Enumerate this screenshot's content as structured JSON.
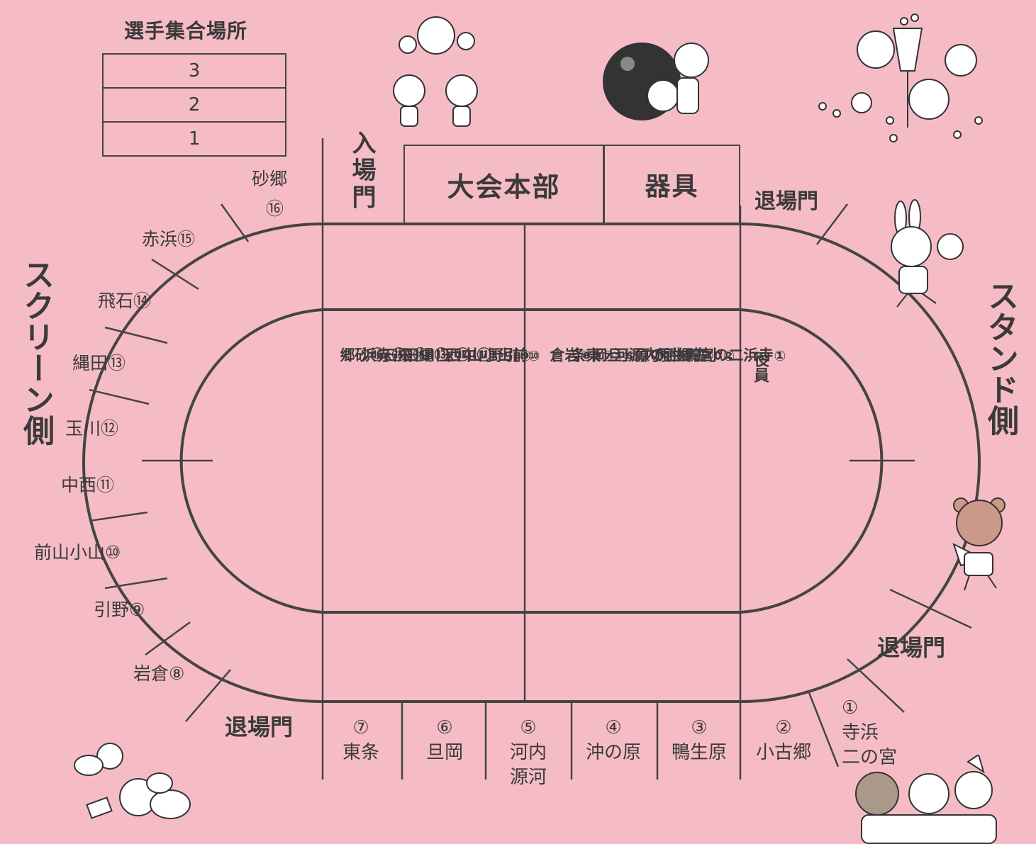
{
  "assembly": {
    "title": "選手集合場所",
    "rows": [
      "3",
      "2",
      "1"
    ]
  },
  "headquarters": "大会本部",
  "equipment": "器具",
  "entrance_gate": "入場門",
  "exit_gate": "退場門",
  "screen_side": "スクリーン側",
  "stand_side": "スタンド側",
  "officials": "役員",
  "left_labels": [
    {
      "name": "砂郷",
      "num": "⑯"
    },
    {
      "text": "赤浜⑮"
    },
    {
      "text": "飛石⑭"
    },
    {
      "text": "縄田⑬"
    },
    {
      "text": "玉川⑫"
    },
    {
      "text": "中西⑪"
    },
    {
      "text": "前山小山⑩"
    },
    {
      "text": "引野⑨"
    },
    {
      "text": "岩倉⑧"
    }
  ],
  "bottom_labels": [
    {
      "num": "⑦",
      "name": "東条"
    },
    {
      "num": "⑥",
      "name": "旦岡"
    },
    {
      "num": "⑤",
      "name": "河内",
      "name2": "源河"
    },
    {
      "num": "④",
      "name": "沖の原"
    },
    {
      "num": "③",
      "name": "鴨生原"
    },
    {
      "num": "②",
      "name": "小古郷"
    },
    {
      "num": "①",
      "name": "寺浜",
      "name2": "二の宮"
    }
  ],
  "field_left": [
    {
      "num": "⑯",
      "name": "砂郷"
    },
    {
      "num": "⑮",
      "name": "赤浜"
    },
    {
      "num": "⑭",
      "name": "飛石"
    },
    {
      "num": "⑬",
      "name": "縄田"
    },
    {
      "num": "⑫",
      "name": "玉川"
    },
    {
      "num": "⑪",
      "name": "中西"
    },
    {
      "num": "⑩",
      "name": "前山小山"
    },
    {
      "num": "⑨",
      "name": "引野"
    }
  ],
  "field_right": [
    {
      "num": "⑧",
      "name": "岩倉"
    },
    {
      "num": "⑦",
      "name": "東条"
    },
    {
      "num": "⑥",
      "name": "旦岡"
    },
    {
      "num": "⑤",
      "name": "河内源河"
    },
    {
      "num": "④",
      "name": "沖の原"
    },
    {
      "num": "③",
      "name": "鴨生原"
    },
    {
      "num": "②",
      "name": "小古郷"
    },
    {
      "num": "①",
      "name": "寺浜二の宮"
    }
  ]
}
